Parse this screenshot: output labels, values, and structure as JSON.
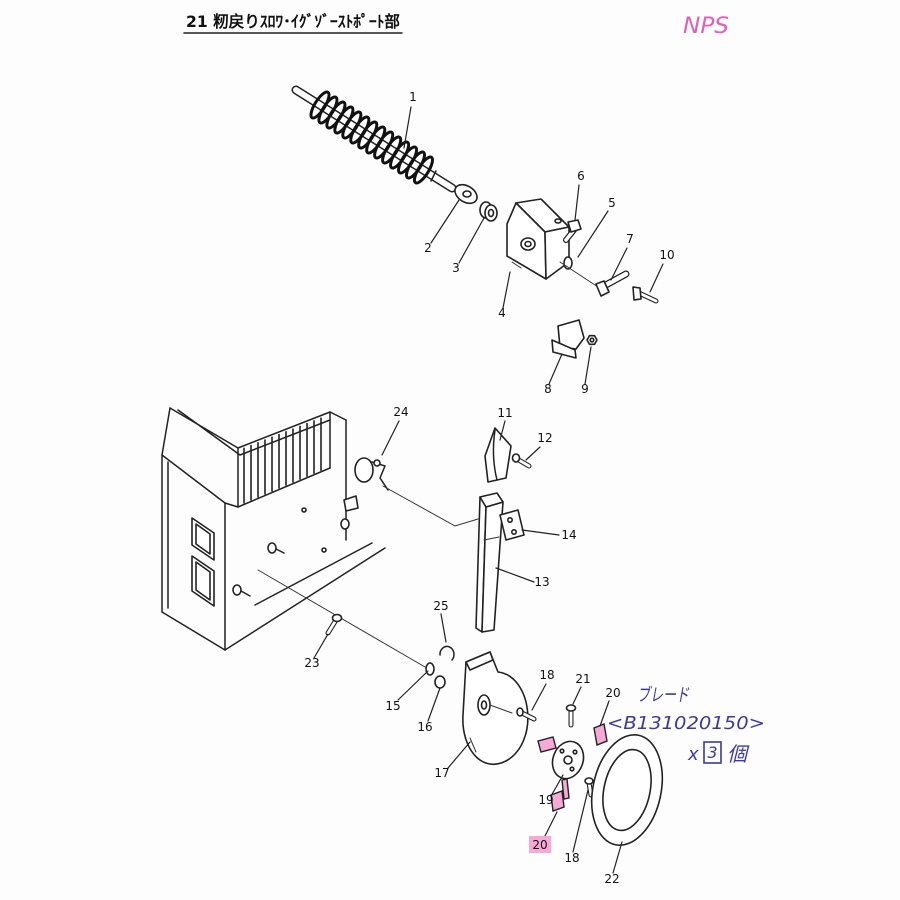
{
  "title": "21 籾戻りｽﾛﾜ･ｲｸﾞｿﾞｰｽﾄﾎﾟｰﾄ部",
  "stamp": "NPS",
  "callouts": [
    "1",
    "2",
    "3",
    "4",
    "5",
    "6",
    "7",
    "8",
    "9",
    "10",
    "11",
    "12",
    "13",
    "14",
    "15",
    "16",
    "17",
    "18",
    "18",
    "19",
    "20",
    "20",
    "21",
    "22",
    "23",
    "24",
    "25"
  ],
  "note": {
    "blade_label": "ブレード",
    "part_code": "<B131020150>",
    "qty_prefix": "x",
    "qty": "3",
    "qty_unit": "個"
  },
  "colors": {
    "line": "#222222",
    "highlight": "#f7a9d6",
    "handwriting": "#3a3aa6",
    "stamp": "#e25fb6"
  }
}
